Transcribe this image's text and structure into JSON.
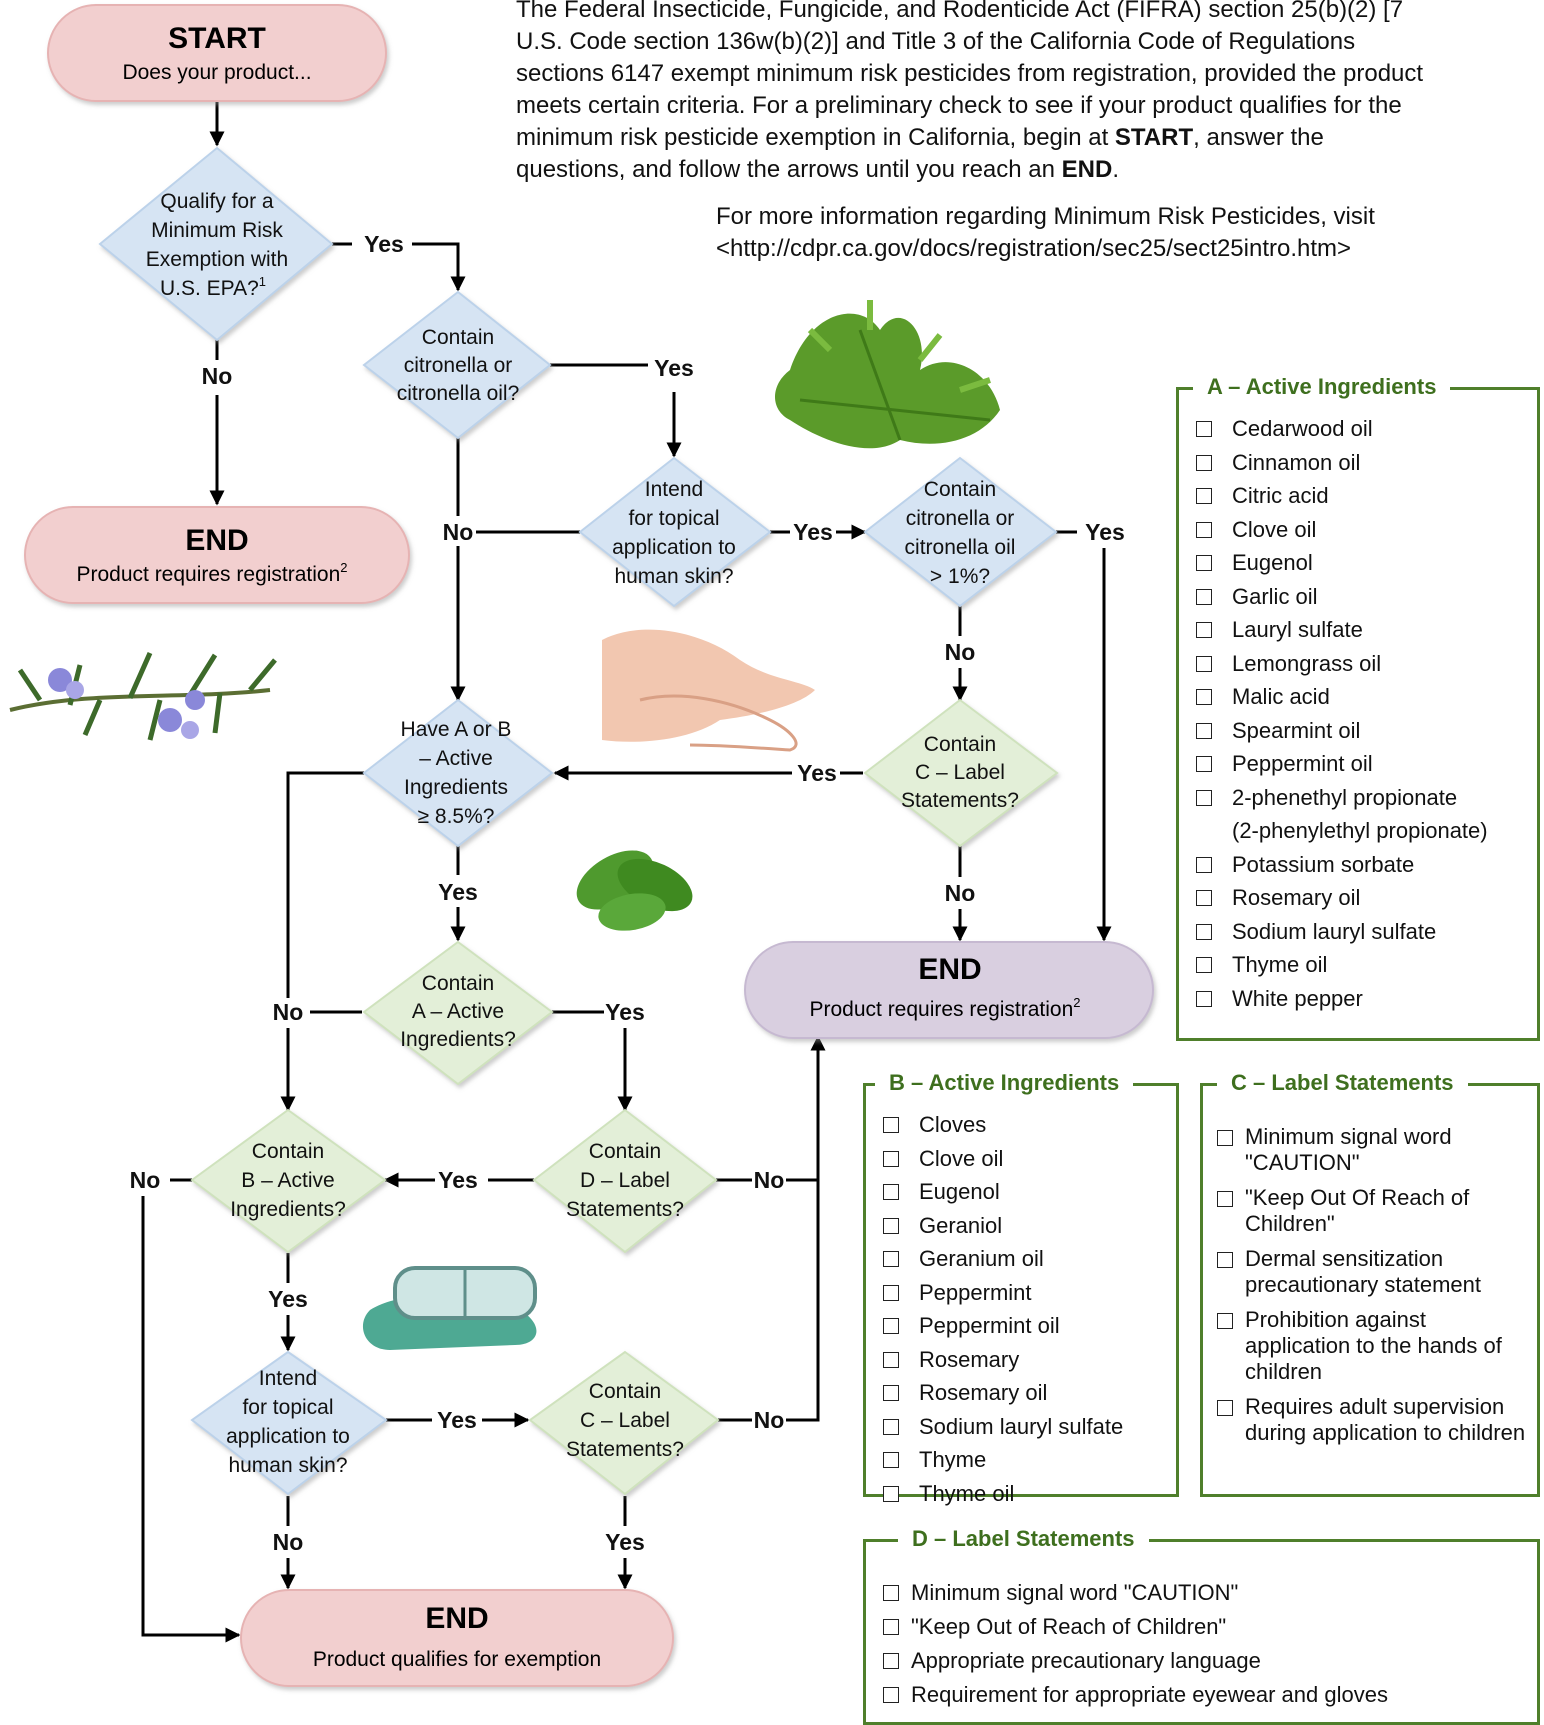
{
  "intro": {
    "line1": "The Federal Insecticide, Fungicide, and Rodenticide Act (FIFRA) section 25(b)(2) [7",
    "line2": "U.S. Code section 136w(b)(2)] and Title 3 of the California Code of Regulations",
    "line3": "sections 6147 exempt minimum risk pesticides from registration, provided the product",
    "line4": "meets certain criteria. For a preliminary check to see if your product qualifies for the",
    "line5_pre": "minimum risk pesticide exemption in California, begin at ",
    "line5_start": "START",
    "line5_post": ", answer the",
    "line6_pre": "questions, and follow the arrows until you reach an ",
    "line6_end": "END",
    "line6_post": ".",
    "more_info": "For more information regarding Minimum Risk Pesticides, visit",
    "url": "<http://cdpr.ca.gov/docs/registration/sec25/sect25intro.htm>"
  },
  "flow": {
    "start": {
      "title": "START",
      "subtitle": "Does your product..."
    },
    "q_epa": {
      "lines": [
        "Qualify for a",
        "Minimum Risk",
        "Exemption with",
        "U.S. EPA?"
      ],
      "sup": "1"
    },
    "end_top": {
      "title": "END",
      "subtitle": "Product requires registration",
      "sup": "2"
    },
    "q_citronella": {
      "lines": [
        "Contain",
        "citronella or",
        "citronella oil?"
      ]
    },
    "q_topical_1": {
      "lines": [
        "Intend",
        "for topical",
        "application to",
        "human skin?"
      ]
    },
    "q_citronella_pct": {
      "lines": [
        "Contain",
        "citronella or",
        "citronella oil",
        "> 1%?"
      ]
    },
    "q_ab": {
      "lines": [
        "Have A or B",
        "– Active",
        "Ingredients",
        "≥ 8.5%?"
      ]
    },
    "q_c_1": {
      "lines": [
        "Contain",
        "C – Label",
        "Statements?"
      ]
    },
    "end_mid": {
      "title": "END",
      "subtitle": "Product requires registration",
      "sup": "2"
    },
    "q_a": {
      "lines": [
        "Contain",
        "A – Active",
        "Ingredients?"
      ]
    },
    "q_b": {
      "lines": [
        "Contain",
        "B – Active",
        "Ingredients?"
      ]
    },
    "q_d": {
      "lines": [
        "Contain",
        "D – Label",
        "Statements?"
      ]
    },
    "q_topical_2": {
      "lines": [
        "Intend",
        "for topical",
        "application to",
        "human skin?"
      ]
    },
    "q_c_2": {
      "lines": [
        "Contain",
        "C – Label",
        "Statements?"
      ]
    },
    "end_bottom": {
      "title": "END",
      "subtitle": "Product qualifies for exemption"
    },
    "yes": "Yes",
    "no": "No",
    "colors": {
      "blue_fill": "#d6e4f3",
      "green_fill": "#e3efd8",
      "pink_fill": "#f2cfcf",
      "purple_fill": "#d9cfe0"
    }
  },
  "box_a": {
    "title": "A – Active Ingredients",
    "items": [
      "Cedarwood oil",
      "Cinnamon oil",
      "Citric acid",
      "Clove oil",
      "Eugenol",
      "Garlic oil",
      "Lauryl sulfate",
      "Lemongrass oil",
      "Malic acid",
      "Spearmint oil",
      "Peppermint oil",
      "2-phenethyl propionate",
      "(2-phenylethyl propionate)",
      "Potassium sorbate",
      "Rosemary oil",
      "Sodium lauryl sulfate",
      "Thyme oil",
      "White pepper"
    ]
  },
  "box_b": {
    "title": "B – Active Ingredients",
    "items": [
      "Cloves",
      "Clove oil",
      "Eugenol",
      "Geraniol",
      "Geranium oil",
      "Peppermint",
      "Peppermint oil",
      "Rosemary",
      "Rosemary oil",
      "Sodium lauryl sulfate",
      "Thyme",
      "Thyme oil"
    ]
  },
  "box_c": {
    "title": "C – Label Statements",
    "items": [
      "Minimum signal word \"CAUTION\"",
      "\"Keep Out Of Reach of Children\"",
      "Dermal sensitization precautionary statement",
      "Prohibition against application to the hands of children",
      "Requires adult supervision during application to children"
    ]
  },
  "box_d": {
    "title": "D – Label Statements",
    "items": [
      "Minimum signal word \"CAUTION\"",
      "\"Keep Out of Reach of Children\"",
      "Appropriate precautionary language",
      "Requirement for appropriate eyewear and gloves"
    ]
  },
  "images": [
    "geranium-leaves-icon",
    "rosemary-sprig-icon",
    "hands-icon",
    "mint-leaves-icon",
    "goggles-gloves-icon"
  ]
}
